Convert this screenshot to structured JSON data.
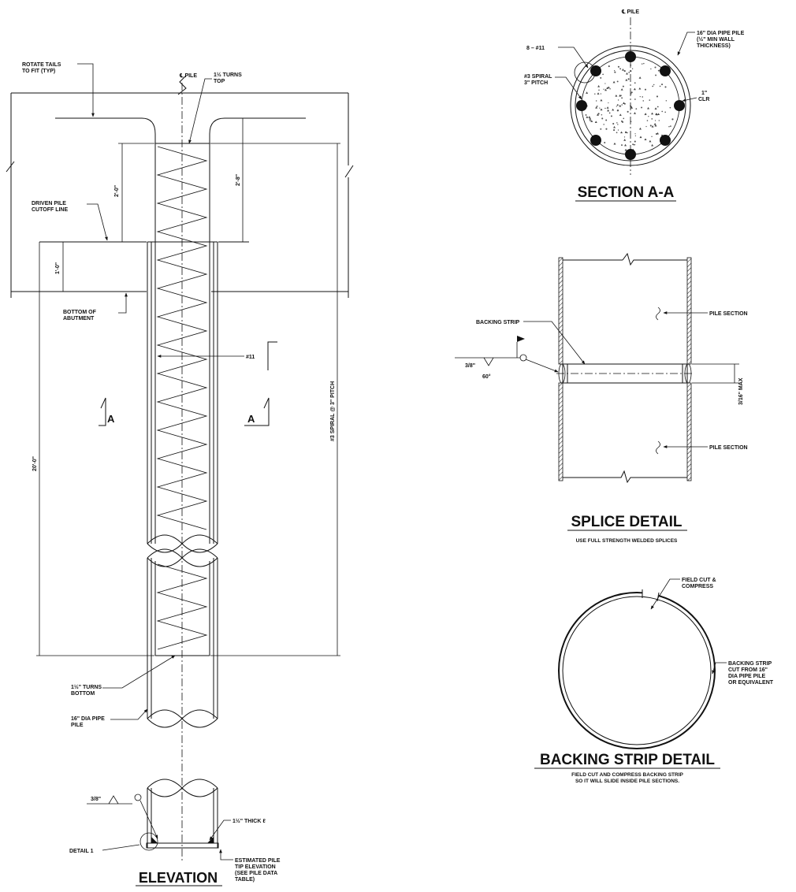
{
  "elevation": {
    "title": "ELEVATION",
    "note_rotate_tails": [
      "ROTATE TAILS",
      "TO FIT (TYP)"
    ],
    "note_cl_pile": "℄ PILE",
    "note_turns_top": [
      "1½ TURNS",
      "TOP"
    ],
    "note_driven_pile": [
      "DRIVEN PILE",
      "CUTOFF LINE"
    ],
    "note_bottom_abutment": [
      "BOTTOM OF",
      "ABUTMENT"
    ],
    "note_bar": "#11",
    "section_mark": "A",
    "dim_2_0_left": "2'-0\"",
    "dim_2_8_right": "2'-8\"",
    "dim_1_0": "1'-0\"",
    "dim_20_0": "20'-0\"",
    "dim_spiral": "#3 SPIRAL @ 3\" PITCH",
    "note_turns_bottom": [
      "1½\" TURNS",
      "BOTTOM"
    ],
    "note_pipe_pile": [
      "16\" DIA PIPE",
      "PILE"
    ],
    "note_weld_size": "3/8\"",
    "note_thick_plate": "1½\" THICK ℓ",
    "note_detail": "DETAIL 1",
    "note_tip": [
      "ESTIMATED PILE",
      "TIP ELEVATION",
      "(SEE PILE DATA",
      "TABLE)"
    ]
  },
  "section_aa": {
    "title": "SECTION A-A",
    "note_cl_pile": "℄ PILE",
    "note_bars": "8 – #11",
    "note_spiral": [
      "#3 SPIRAL",
      "3\" PITCH"
    ],
    "note_pipe": [
      "16\" DIA PIPE PILE",
      "(½\" MIN WALL",
      "THICKNESS)"
    ],
    "note_clr": [
      "1\"",
      "CLR"
    ]
  },
  "splice_detail": {
    "title": "SPLICE DETAIL",
    "subtitle": "USE FULL STRENGTH WELDED SPLICES",
    "note_backing": "BACKING STRIP",
    "note_pile_top": "PILE SECTION",
    "note_pile_bottom": "PILE SECTION",
    "note_weld_size": "3/8\"",
    "note_angle": "60°",
    "note_gap": "3/16\" MAX"
  },
  "backing_strip": {
    "title": "BACKING STRIP DETAIL",
    "subtitle": [
      "FIELD CUT AND COMPRESS BACKING STRIP",
      "SO IT WILL SLIDE INSIDE PILE SECTIONS."
    ],
    "note_field_cut": [
      "FIELD CUT &",
      "COMPRESS"
    ],
    "note_strip": [
      "BACKING STRIP",
      "CUT FROM 16\"",
      "DIA PIPE PILE",
      "OR EQUIVALENT"
    ]
  }
}
